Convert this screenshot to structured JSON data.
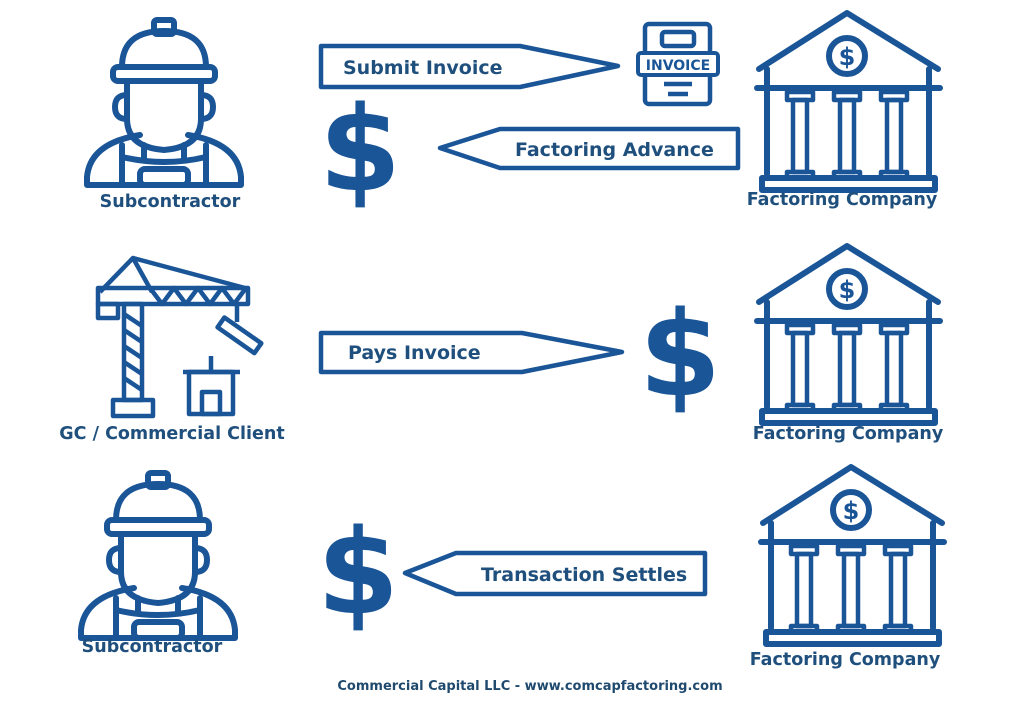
{
  "colors": {
    "icon": "#1a5598",
    "label": "#1f4f7d",
    "footer": "#1f4a6e"
  },
  "rows": [
    {
      "left_label": "Subcontractor",
      "left_icon": "construction-worker-icon",
      "arrows": [
        {
          "label": "Submit Invoice",
          "direction": "right"
        },
        {
          "label": "Factoring Advance",
          "direction": "left"
        }
      ],
      "invoice_icon_text": "INVOICE",
      "right_label": "Factoring Company",
      "right_icon": "bank-icon"
    },
    {
      "left_label": "GC / Commercial Client",
      "left_icon": "tower-crane-icon",
      "arrows": [
        {
          "label": "Pays Invoice",
          "direction": "right"
        }
      ],
      "right_label": "Factoring Company",
      "right_icon": "bank-icon"
    },
    {
      "left_label": "Subcontractor",
      "left_icon": "construction-worker-icon",
      "arrows": [
        {
          "label": "Transaction Settles",
          "direction": "left"
        }
      ],
      "right_label": "Factoring Company",
      "right_icon": "bank-icon"
    }
  ],
  "dollar_glyph": "$",
  "footer": "Commercial Capital LLC - www.comcapfactoring.com"
}
